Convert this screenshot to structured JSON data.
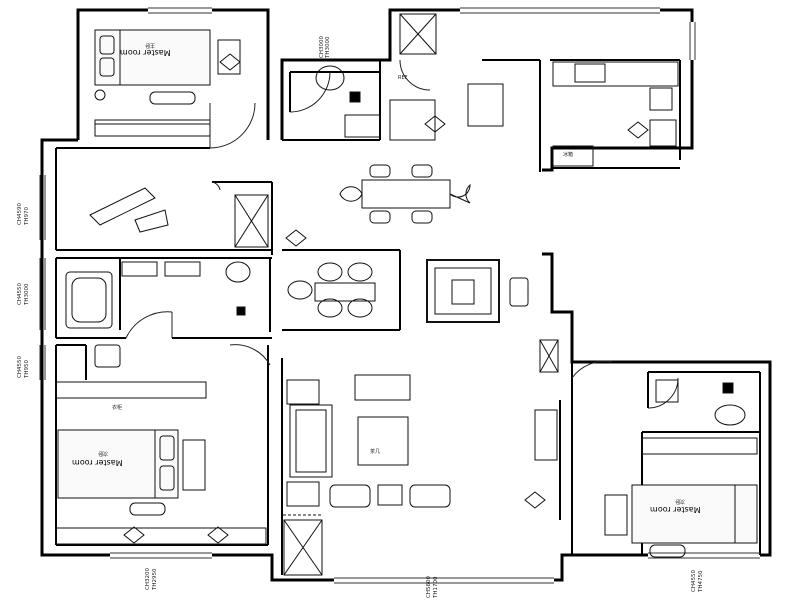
{
  "rooms": {
    "master_top": "Master room",
    "master_top_sub": "主卧",
    "master_left": "Master room",
    "master_left_sub": "次卧",
    "master_right": "Master room",
    "master_right_sub": "次卧"
  },
  "labels": {
    "wardrobe": "衣柜",
    "fridge_small": "冰箱",
    "fridge_tag": "REF",
    "table_tag": "茶几"
  },
  "dimensions": {
    "d_top_bath": "CH3000",
    "d_top_bath2": "TH3000",
    "d_study_1": "CH4590",
    "d_study_2": "TH970",
    "d_bath_1": "CH4550",
    "d_bath_2": "TH3000",
    "d_child_1": "CH4550",
    "d_child_2": "TH950",
    "d_bottom_left_1": "CH3200",
    "d_bottom_left_2": "TH2950",
    "d_bottom_mid_1": "CH5600",
    "d_bottom_mid_2": "TH1700",
    "d_bottom_right_1": "CH4550",
    "d_bottom_right_2": "TH4750"
  },
  "colors": {
    "wall": "#000000",
    "line": "#222222",
    "fill": "#ffffff"
  }
}
